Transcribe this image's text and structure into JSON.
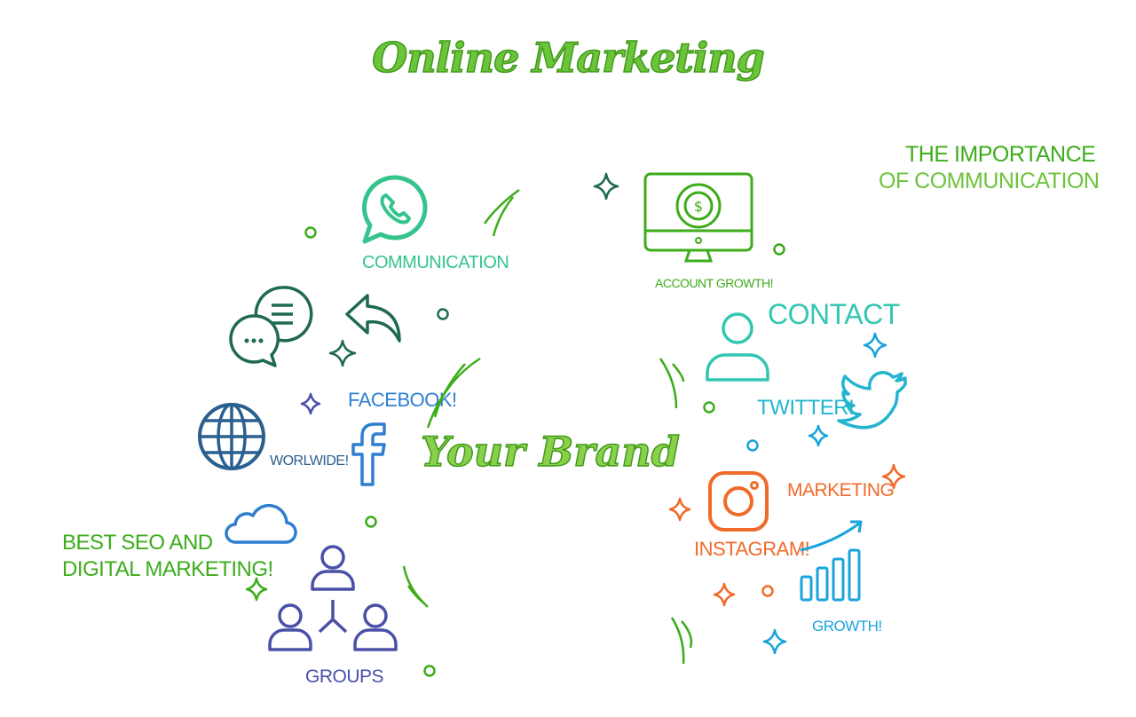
{
  "title": "Online Marketing",
  "center": "Your Brand",
  "headline": {
    "line1": "THE IMPORTANCE",
    "line2": "OF COMMUNICATION"
  },
  "seo": {
    "line1": "BEST SEO AND",
    "line2": "DIGITAL MARKETING!"
  },
  "labels": {
    "communication": "COMMUNICATION",
    "account_growth": "ACCOUNT GROWTH!",
    "contact": "CONTACT",
    "facebook": "FACEBOOK!",
    "twitter": "TWITTER!",
    "worldwide": "WORLWIDE!",
    "marketing": "MARKETING",
    "instagram": "INSTAGRAM!",
    "growth": "GROWTH!",
    "groups": "GROUPS"
  },
  "icons": [
    "whatsapp-icon",
    "computer-dollar-icon",
    "chat-bubbles-icon",
    "reply-arrow-icon",
    "user-icon",
    "twitter-bird-icon",
    "globe-icon",
    "facebook-icon",
    "instagram-icon",
    "cloud-icon",
    "bar-chart-icon",
    "group-icon"
  ],
  "colors": {
    "green": "#3cac1a",
    "teal": "#34c48c",
    "dark_green": "#1f6a4e",
    "navy": "#2a5f8f",
    "blue": "#2f7fd0",
    "indigo": "#4a4fa8",
    "cyan": "#23b5cf",
    "aqua": "#32c6b2",
    "orange": "#f06a2a",
    "sky": "#1aa3dc"
  }
}
